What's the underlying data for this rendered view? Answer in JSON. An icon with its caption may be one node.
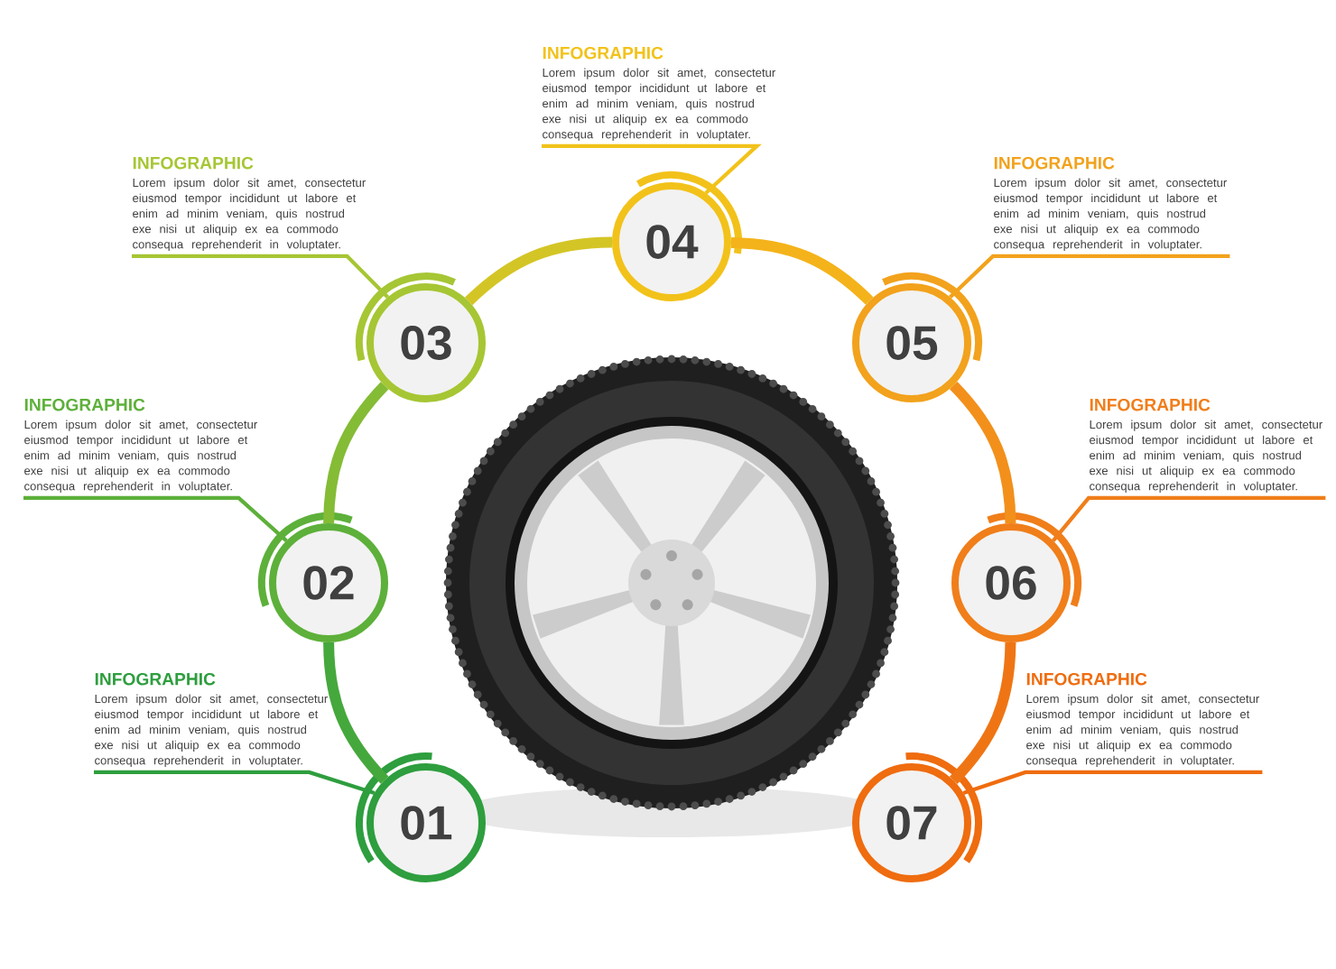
{
  "diagram": {
    "nodes": [
      {
        "text": [
          "01"
        ]
      },
      {
        "text": [
          "02"
        ]
      },
      {
        "text": [
          "03"
        ]
      },
      {
        "text": [
          "04"
        ]
      },
      {
        "text": [
          "05"
        ]
      },
      {
        "text": [
          "06"
        ]
      },
      {
        "text": [
          "07"
        ]
      },
      {
        "text": [
          "INFOGRAPHIC",
          "Lorem ipsum dolor sit amet, consectetur eiusmod tempor incididunt ut labore et enim ad minim veniam, quis nostrud exe nisi ut aliquip ex ea commodo consequa reprehenderit in voluptater."
        ]
      },
      {
        "text": [
          "INFOGRAPHIC",
          "Lorem ipsum dolor sit amet, consectetur eiusmod tempor incididunt ut labore et enim ad minim veniam, quis nostrud exe nisi ut aliquip ex ea commodo consequa reprehenderit in voluptater."
        ]
      },
      {
        "text": [
          "INFOGRAPHIC",
          "Lorem ipsum dolor sit amet, consectetur eiusmod tempor incididunt ut labore et enim ad minim veniam, quis nostrud exe nisi ut aliquip ex ea commodo consequa reprehenderit in voluptater."
        ]
      },
      {
        "text": [
          "INFOGRAPHIC",
          "Lorem ipsum dolor sit amet, consectetur eiusmod tempor incididunt ut labore et enim ad minim veniam, quis nostrud exe nisi ut aliquip ex ea commodo consequa reprehenderit in voluptater."
        ]
      },
      {
        "text": [
          "INFOGRAPHIC",
          "Lorem ipsum dolor sit amet, consectetur eiusmod tempor incididunt ut labore et enim ad minim veniam, quis nostrud exe nisi ut aliquip ex ea commodo consequa reprehenderit in voluptater."
        ]
      },
      {
        "text": [
          "INFOGRAPHIC",
          "Lorem ipsum dolor sit amet, consectetur eiusmod tempor incididunt ut labore et enim ad minim veniam, quis nostrud exe nisi ut aliquip ex ea commodo consequa reprehenderit in voluptater."
        ]
      },
      {
        "text": [
          "INFOGRAPHIC",
          "Lorem ipsum dolor sit amet, consectetur eiusmod tempor incididunt ut labore et enim ad minim veniam, quis nostrud exe nisi ut aliquip ex ea commodo consequa reprehenderit in voluptater."
        ]
      }
    ],
    "edges": [
      {
        "from": 0,
        "to": 1,
        "arrow": "none",
        "style": "thick",
        "color": "#45a83c"
      },
      {
        "from": 1,
        "to": 2,
        "arrow": "none",
        "style": "thick",
        "color": "#84bc36"
      },
      {
        "from": 2,
        "to": 3,
        "arrow": "none",
        "style": "thick",
        "color": "#d4c526"
      },
      {
        "from": 3,
        "to": 4,
        "arrow": "none",
        "style": "thick",
        "color": "#f4b31a"
      },
      {
        "from": 4,
        "to": 5,
        "arrow": "none",
        "style": "thick",
        "color": "#f2901b"
      },
      {
        "from": 5,
        "to": 6,
        "arrow": "none",
        "style": "thick",
        "color": "#ef7514"
      },
      {
        "from": 7,
        "to": 0,
        "arrow": "none",
        "color": "#2e9e3e"
      },
      {
        "from": 8,
        "to": 1,
        "arrow": "none",
        "color": "#5db03a"
      },
      {
        "from": 9,
        "to": 2,
        "arrow": "none",
        "color": "#a6c634"
      },
      {
        "from": 10,
        "to": 3,
        "arrow": "none",
        "color": "#f2c21a"
      },
      {
        "from": 11,
        "to": 4,
        "arrow": "none",
        "color": "#f2a21c"
      },
      {
        "from": 12,
        "to": 5,
        "arrow": "none",
        "color": "#f07e1a"
      },
      {
        "from": 13,
        "to": 6,
        "arrow": "none",
        "color": "#ef6c0f"
      }
    ]
  }
}
